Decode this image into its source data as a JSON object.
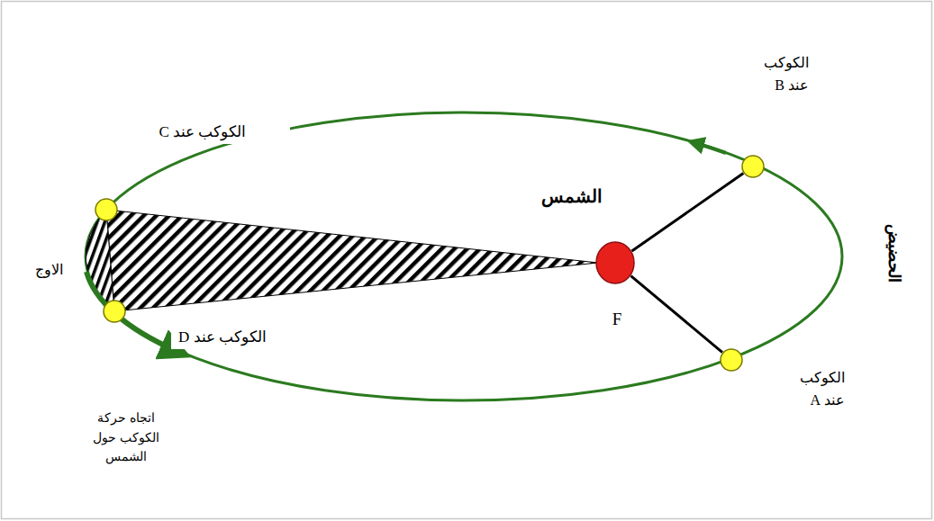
{
  "diagram": {
    "nodes": [
      {
        "text": [
          "الشمس",
          "F"
        ]
      },
      {
        "text": [
          "الكوكب عند B"
        ]
      },
      {
        "text": [
          "الكوكب عند A"
        ]
      },
      {
        "text": [
          "الكوكب عند C"
        ]
      },
      {
        "text": [
          "الكوكب عند D"
        ]
      }
    ],
    "edges": [
      {
        "from": 0,
        "to": 1,
        "arrow": "none"
      },
      {
        "from": 0,
        "to": 2,
        "arrow": "none"
      }
    ],
    "labels": [
      "الاوج",
      "الحضيض",
      "اتجاه حركة الكوكب حول الشمس"
    ]
  }
}
